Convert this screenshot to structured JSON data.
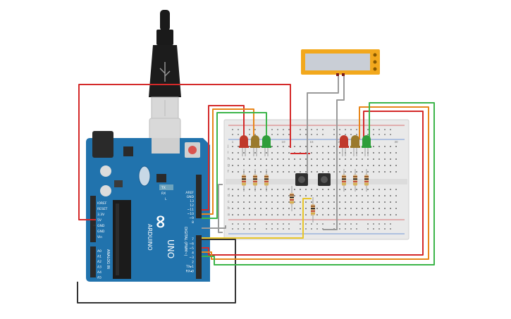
{
  "arduino": {
    "model": "UNO",
    "brand": "ARDUINO",
    "logo_symbol": "∞",
    "digital_header_label": "DIGITAL (PWM~)",
    "analog_header_label": "ANALOG IN",
    "power_pins": [
      "IOREF",
      "RESET",
      "3.3V",
      "5V",
      "GND",
      "GND",
      "Vin"
    ],
    "analog_pins": [
      "A0",
      "A1",
      "A2",
      "A3",
      "A4",
      "A5"
    ],
    "top_pins": [
      "AREF",
      "GND",
      "13",
      "12",
      "~11",
      "~10",
      "~9",
      "8"
    ],
    "lower_pins": [
      "7",
      "~6",
      "~5",
      "4",
      "~3",
      "2",
      "TX▸1",
      "RX◂0"
    ],
    "tx_label": "TX",
    "rx_label": "RX",
    "l_label": "L"
  },
  "breadboard": {
    "row_letters_top": [
      "j",
      "i",
      "h",
      "g",
      "f"
    ],
    "row_letters_bottom": [
      "e",
      "d",
      "c",
      "b",
      "a"
    ],
    "column_numbers": [
      "1",
      "5",
      "10",
      "15",
      "20",
      "25",
      "30"
    ]
  },
  "leds": [
    {
      "name": "red",
      "color": "#c0392b"
    },
    {
      "name": "yellow",
      "color": "#9a7a2c"
    },
    {
      "name": "green",
      "color": "#2e9e3a"
    }
  ],
  "wire_colors": {
    "red": "#d42a2a",
    "orange": "#e8861a",
    "green": "#3cb54a",
    "yellow": "#e8c52a",
    "black": "#333333",
    "gray": "#9a9a9a"
  },
  "display": {
    "body_color": "#f2a81d",
    "screen_color": "#c9ced6"
  }
}
